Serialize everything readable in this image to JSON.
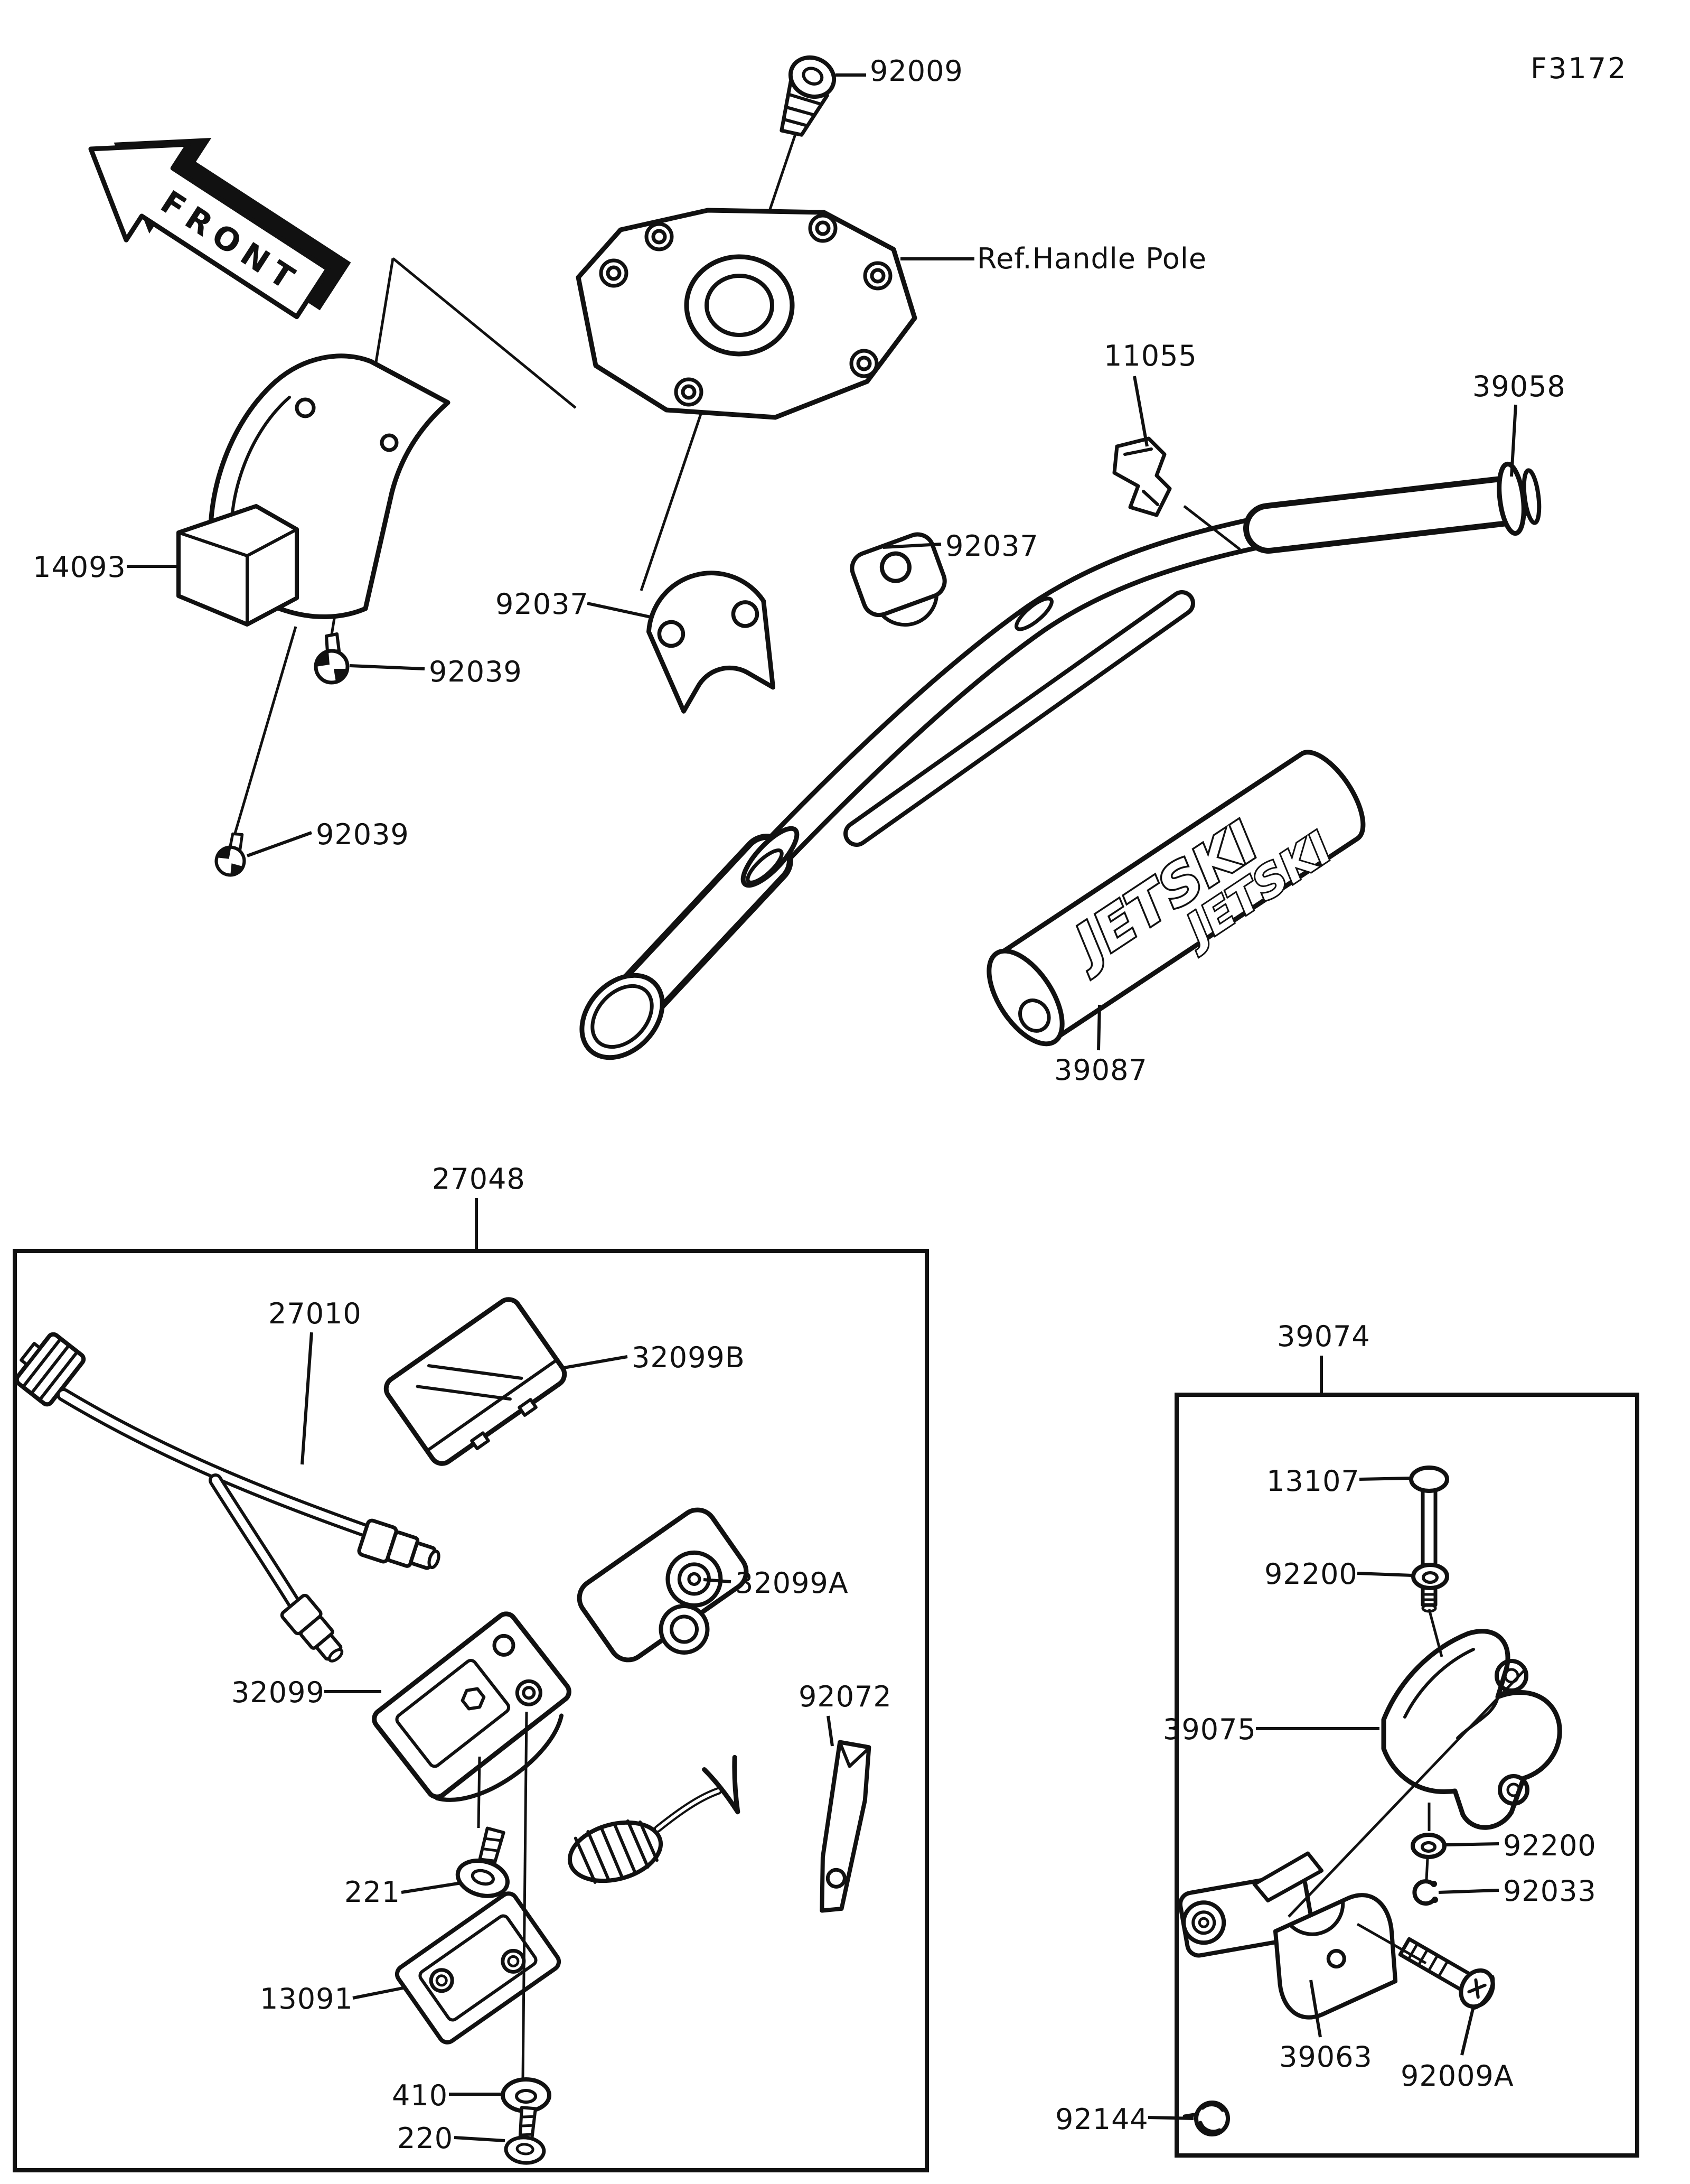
{
  "page": {
    "background": "#ffffff",
    "ink": "#111111",
    "figure_code": "F3172",
    "front_label": "FRONT",
    "ref_handle_pole_label": "Ref.Handle Pole"
  },
  "pad_logo": {
    "top": "JETSKI",
    "bottom": "JETSKI"
  },
  "part_labels": {
    "screw_92009": "92009",
    "cover_14093": "14093",
    "clamp_92037_left": "92037",
    "clamp_92037_right": "92037",
    "rivet_92039_upper": "92039",
    "rivet_92039_lower": "92039",
    "bracket_11055": "11055",
    "grip_39058": "39058",
    "pad_39087": "39087",
    "assy_27048": "27048",
    "harness_27010": "27010",
    "cap_32099b": "32099B",
    "switch_32099a": "32099A",
    "case_32099": "32099",
    "switch_92072": "92072",
    "screw_221": "221",
    "holder_13091": "13091",
    "washer_410": "410",
    "screw_220": "220",
    "assy_39074": "39074",
    "pin_13107": "13107",
    "washer_92200_upper": "92200",
    "lever_39075": "39075",
    "washer_92200_lower": "92200",
    "clip_92033": "92033",
    "spring_92144": "92144",
    "holder_39063": "39063",
    "screw_92009a": "92009A"
  }
}
